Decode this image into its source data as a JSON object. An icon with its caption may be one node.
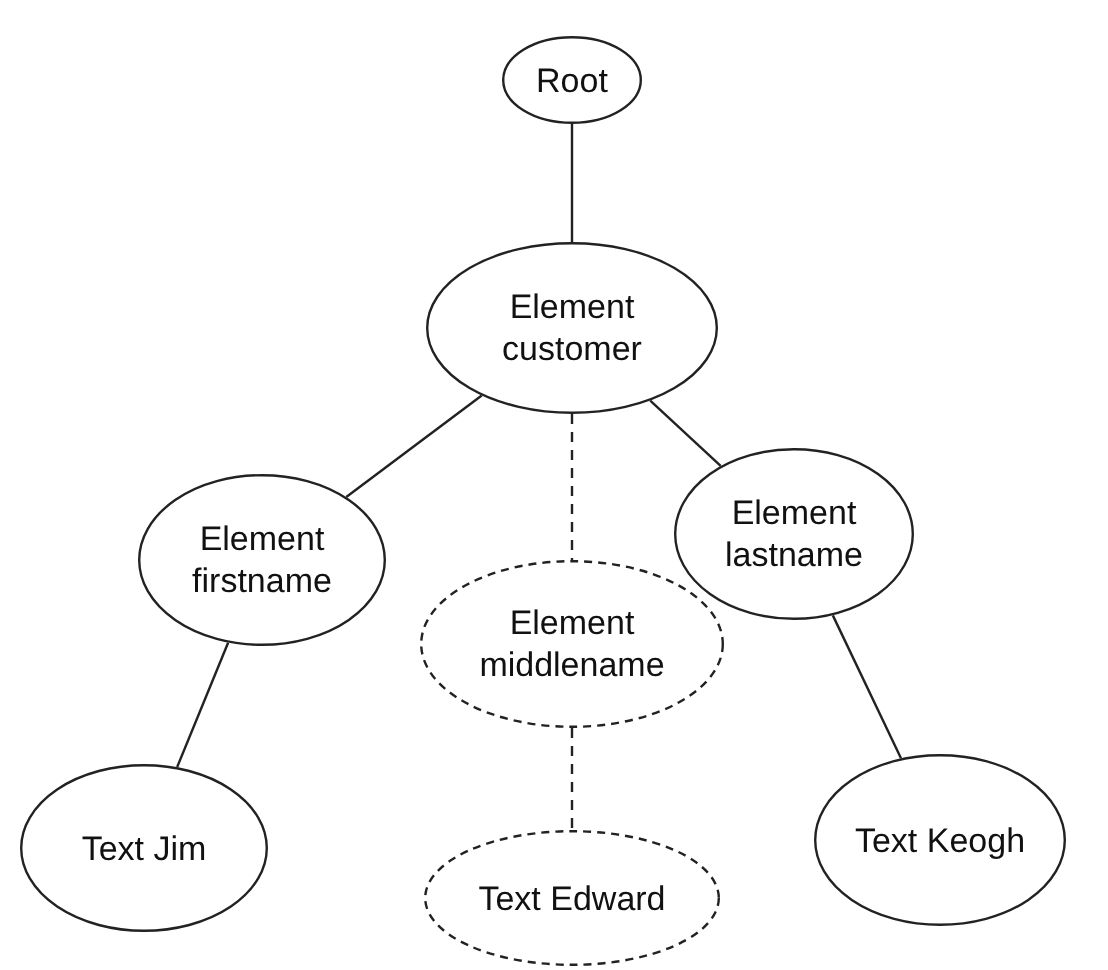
{
  "diagram": {
    "nodes": [
      {
        "text": [
          "Root"
        ]
      },
      {
        "text": [
          "Element customer"
        ]
      },
      {
        "text": [
          "Element firstname"
        ]
      },
      {
        "text": [
          "Element middlename"
        ]
      },
      {
        "text": [
          "Element lastname"
        ]
      },
      {
        "text": [
          "Text Jim"
        ]
      },
      {
        "text": [
          "Text Edward"
        ]
      },
      {
        "text": [
          "Text Keogh"
        ]
      }
    ],
    "edges": [
      {
        "from": 0,
        "to": 1,
        "arrow": "none"
      },
      {
        "from": 1,
        "to": 2,
        "arrow": "none"
      },
      {
        "from": 1,
        "to": 3,
        "arrow": "none",
        "style": "dashed"
      },
      {
        "from": 1,
        "to": 4,
        "arrow": "none"
      },
      {
        "from": 2,
        "to": 5,
        "arrow": "none"
      },
      {
        "from": 3,
        "to": 6,
        "arrow": "none",
        "style": "dashed"
      },
      {
        "from": 4,
        "to": 7,
        "arrow": "none"
      }
    ]
  }
}
